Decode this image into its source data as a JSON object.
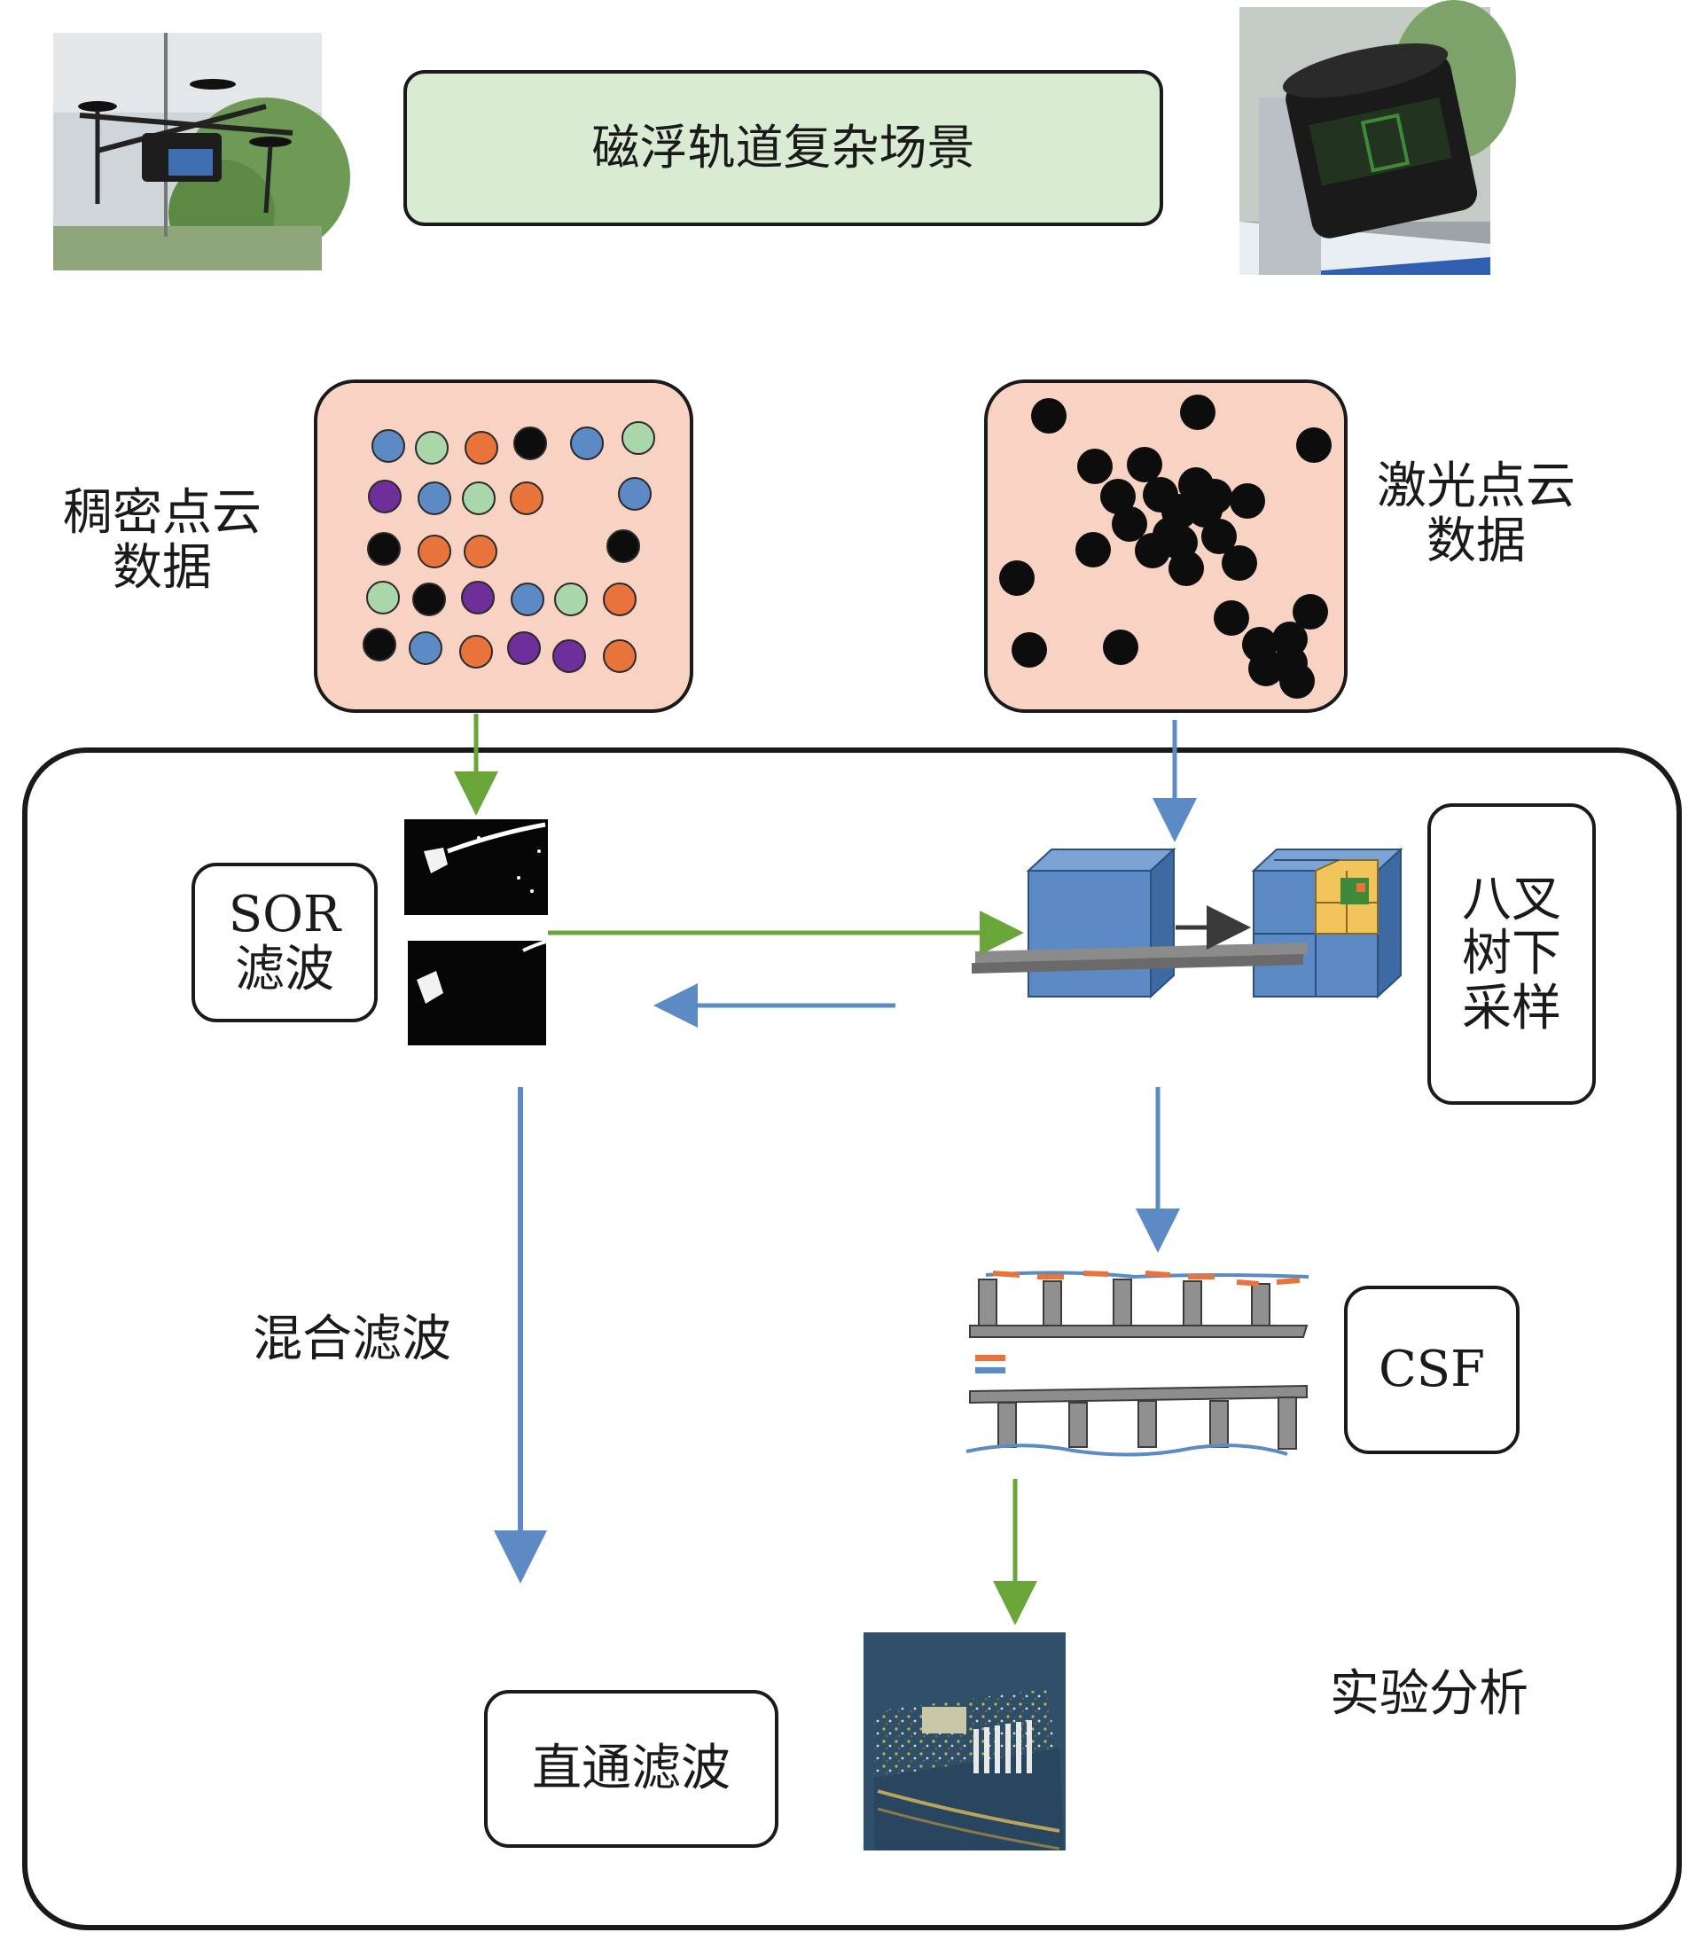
{
  "title": "磁浮轨道复杂场景",
  "left_input": {
    "line1": "稠密点云",
    "line2": "数据"
  },
  "right_input": {
    "line1": "激光点云",
    "line2": "数据"
  },
  "sor": {
    "line1": "SOR",
    "line2": "滤波"
  },
  "octree": {
    "line1": "八叉",
    "line2": "树下",
    "line3": "采样"
  },
  "csf": "CSF",
  "hybrid": "混合滤波",
  "passthrough": "直通滤波",
  "analysis": "实验分析",
  "colors": {
    "green_arrow": "#6aa53a",
    "blue_arrow": "#5b8ac4",
    "panel_fill": "#f8d3c4",
    "title_fill": "#d9ecd3",
    "dot_blue": "#5b8ac4",
    "dot_green": "#a9d7a9",
    "dot_orange": "#e8743b",
    "dot_purple": "#6e2f9a",
    "dot_black": "#0d0d0d",
    "cube": "#5b8ac4",
    "cube_yellow": "#f2c55c",
    "cube_green": "#3e8a3a"
  }
}
